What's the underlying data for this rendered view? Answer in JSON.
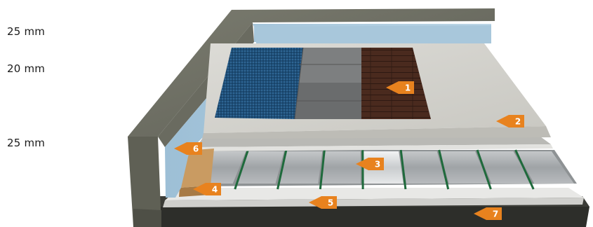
{
  "dimensions": [
    {
      "value": "25 mm"
    },
    {
      "value": "20 mm"
    },
    {
      "value": "25 mm"
    }
  ],
  "callouts": [
    {
      "number": "1"
    },
    {
      "number": "2"
    },
    {
      "number": "3"
    },
    {
      "number": "4"
    },
    {
      "number": "5"
    },
    {
      "number": "6"
    },
    {
      "number": "7"
    }
  ],
  "floor_finishes": [
    "carpet",
    "tile",
    "wood"
  ],
  "colors": {
    "accent": "#e8821e",
    "wall": "#6e6f63",
    "insulation": "#a9c8dc",
    "screed": "#d7d6d1",
    "panel": "#a3a6a8",
    "pipe": "#1f6a3c",
    "base": "#2d2e2a"
  }
}
